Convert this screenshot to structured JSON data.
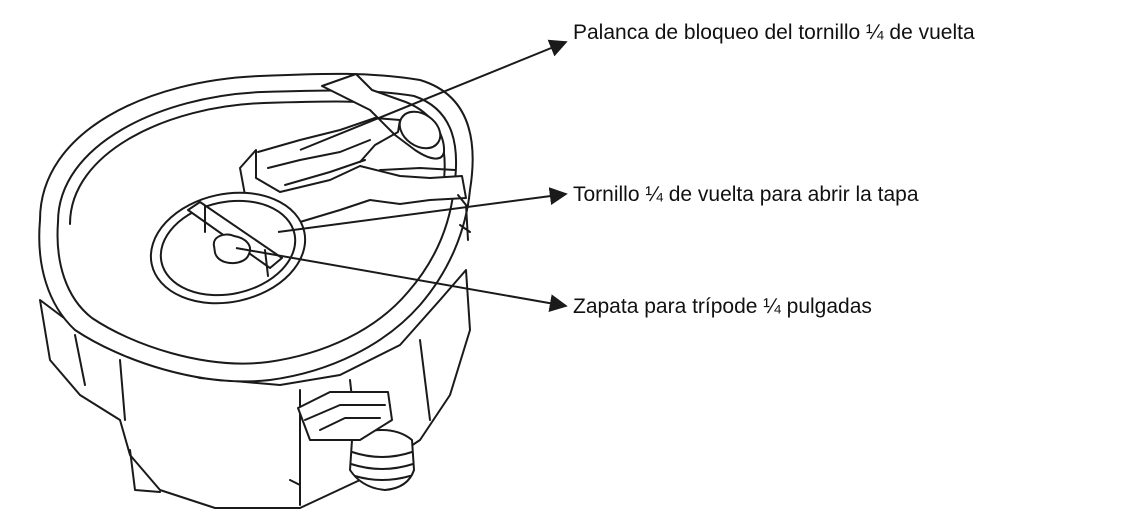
{
  "colors": {
    "line": "#1a1a1a",
    "fill": "#ffffff",
    "text": "#111111"
  },
  "icons": [
    "device-illustration",
    "arrow-head"
  ],
  "callouts": [
    {
      "id": "lever",
      "text": "Palanca de bloqueo del tornillo ¼ de vuelta"
    },
    {
      "id": "screw",
      "text": "Tornillo ¼ de vuelta para abrir la tapa"
    },
    {
      "id": "tripod",
      "text": "Zapata para trípode ¼ pulgadas"
    }
  ]
}
